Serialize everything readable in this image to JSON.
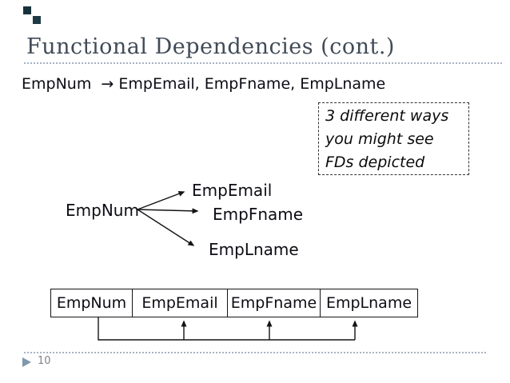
{
  "slide": {
    "title": "Functional Dependencies (cont.)",
    "fd_statement": "EmpNum  → EmpEmail, EmpFname, EmpLname",
    "page_number": "10"
  },
  "note_box": {
    "lines": [
      "3 different ways",
      "you might see",
      "FDs depicted"
    ]
  },
  "diagram": {
    "determinant": "EmpNum",
    "dependents": [
      "EmpEmail",
      "EmpFname",
      "EmpLname"
    ]
  },
  "table": {
    "columns": [
      "EmpNum",
      "EmpEmail",
      "EmpFname",
      "EmpLname"
    ]
  },
  "colors": {
    "title_text": "#414b57",
    "dotted_rule": "#a6b4c3",
    "body_text": "#0c0c14",
    "accent_square": "#17323c",
    "chevron": "#7f98ab",
    "page_number_text": "#7d838c"
  }
}
